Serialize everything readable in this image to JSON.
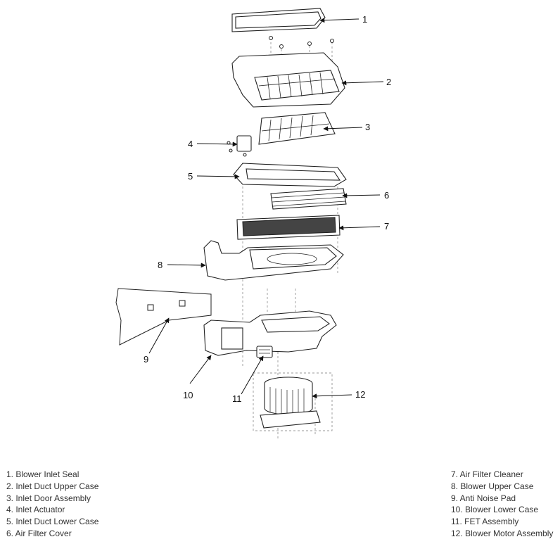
{
  "callouts": [
    "1",
    "2",
    "3",
    "4",
    "5",
    "6",
    "7",
    "8",
    "9",
    "10",
    "11",
    "12"
  ],
  "legend_left": [
    "1. Blower Inlet Seal",
    "2. Inlet Duct Upper Case",
    "3. Inlet Door Assembly",
    "4. Inlet Actuator",
    "5. Inlet Duct Lower Case",
    "6. Air Filter Cover"
  ],
  "legend_right": [
    "7. Air Filter Cleaner",
    "8. Blower Upper Case",
    "9. Anti Noise Pad",
    "10. Blower Lower Case",
    "11. FET Assembly",
    "12. Blower Motor Assembly"
  ]
}
